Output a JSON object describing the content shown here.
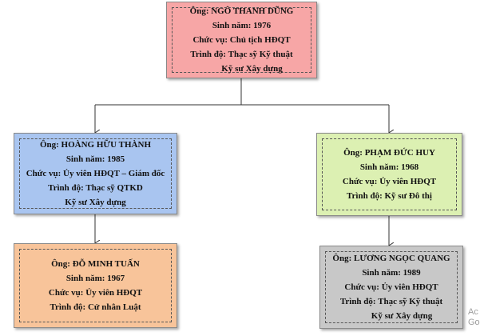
{
  "colors": {
    "top": "#f7a6a6",
    "left_mid": "#a9c5f0",
    "right_mid": "#dcf0b2",
    "left_bottom": "#f8c49a",
    "right_bottom": "#c8c8c8"
  },
  "nodes": {
    "ngo_thanh_dung": {
      "name": "Ông: NGÔ THANH DŨNG",
      "birth": "Sinh năm:  1976",
      "position": "Chức vụ: Chủ tịch HĐQT",
      "degree": "Trình độ: Thạc sỹ Kỹ thuật",
      "degree2": "Kỹ sư Xây dựng"
    },
    "hoang_huu_thanh": {
      "name": "Ông: HOÀNG HỮU THÀNH",
      "birth": "Sinh năm:  1985",
      "position": "Chức vụ: Ủy viên HĐQT  – Giám đốc",
      "degree": "Trình độ: Thạc sỹ QTKD",
      "degree2": "Kỹ sư Xây dựng"
    },
    "pham_duc_huy": {
      "name": "Ông: PHẠM ĐỨC HUY",
      "birth": "Sinh năm:  1968",
      "position": "Chức vụ: Ủy viên HĐQT",
      "degree": "Trình độ: Kỹ sư Đô thị"
    },
    "do_minh_tuan": {
      "name": "Ông: ĐỖ MINH TUẤN",
      "birth": "Sinh năm:  1967",
      "position": "Chức vụ: Ủy viên HĐQT",
      "degree": "Trình độ: Cử nhân Luật"
    },
    "luong_ngoc_quang": {
      "name": "Ông: LƯƠNG NGỌC QUANG",
      "birth": "Sinh năm:  1989",
      "position": "Chức vụ: Ủy viên HĐQT",
      "degree": "Trình độ: Thạc sỹ Kỹ thuật",
      "degree2": "Kỹ sư Xây dựng"
    }
  },
  "watermark": {
    "line1": "Ac",
    "line2": "Go"
  }
}
